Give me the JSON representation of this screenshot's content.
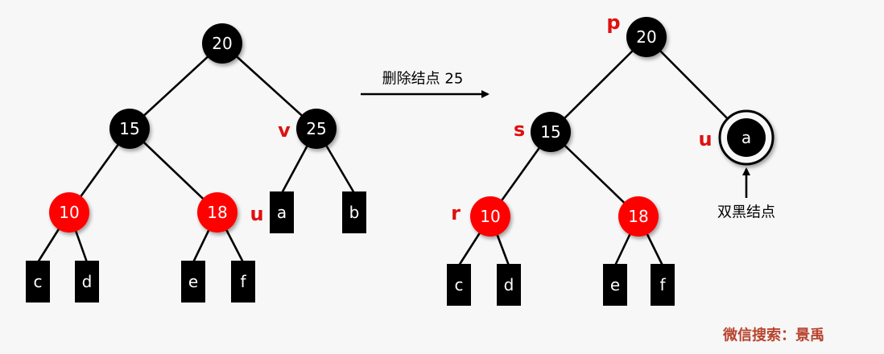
{
  "colors": {
    "black_node": "#000000",
    "red_node": "#ff0000",
    "role_label": "#e01010",
    "watermark": "#b8442e"
  },
  "operation": {
    "label": "删除结点 25"
  },
  "double_black_caption": "双黑结点",
  "watermark": "微信搜索：景禹",
  "left_tree": {
    "nodes": {
      "n20": "20",
      "n15": "15",
      "n25": "25",
      "n10": "10",
      "n18": "18"
    },
    "leaves": {
      "a": "a",
      "b": "b",
      "c": "c",
      "d": "d",
      "e": "e",
      "f": "f"
    },
    "roles": {
      "v": "v",
      "u": "u"
    }
  },
  "right_tree": {
    "nodes": {
      "n20": "20",
      "n15": "15",
      "n10": "10",
      "n18": "18",
      "na": "a"
    },
    "leaves": {
      "c": "c",
      "d": "d",
      "e": "e",
      "f": "f"
    },
    "roles": {
      "p": "p",
      "s": "s",
      "r": "r",
      "u": "u"
    }
  }
}
